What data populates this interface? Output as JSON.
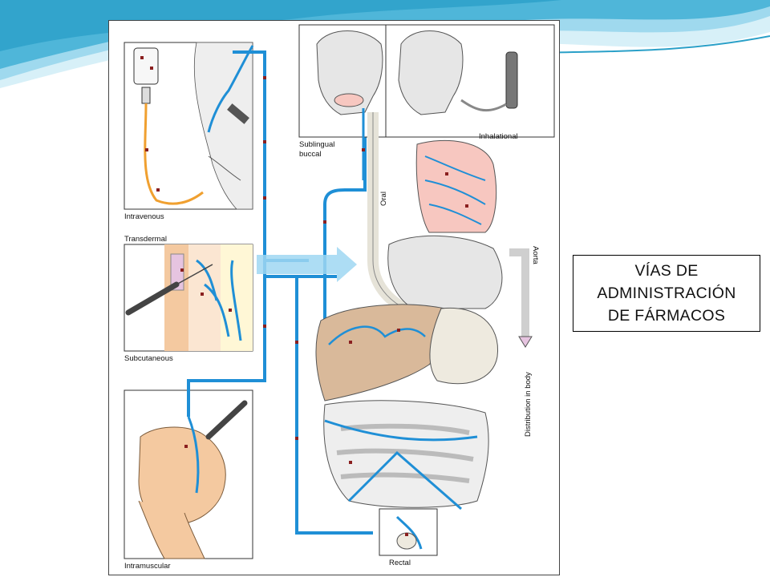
{
  "slide": {
    "title_lines": [
      "VÍAS DE",
      "ADMINISTRACIÓN",
      "DE FÁRMACOS"
    ]
  },
  "figure": {
    "labels": {
      "intravenous": "Intravenous",
      "transdermal": "Transdermal",
      "subcutaneous": "Subcutaneous",
      "intramuscular": "Intramuscular",
      "sublingual": "Sublingual",
      "buccal": "buccal",
      "inhalational": "Inhalational",
      "oral": "Oral",
      "aorta": "Aorta",
      "distribution": "Distribution in body",
      "rectal": "Rectal"
    }
  },
  "colors": {
    "vessel": "#1f8fd6",
    "iv_line": "#f0a030",
    "skin": "#f4c9a0",
    "lung": "#f7c7c0",
    "liver": "#d9b99a",
    "organ_gray": "#e6e6e6",
    "flow_arrow": "#9fd7f2",
    "drug_dot": "#8a1f1f",
    "wave_dark": "#2aa0c8",
    "wave_light": "#bfe6f2"
  }
}
